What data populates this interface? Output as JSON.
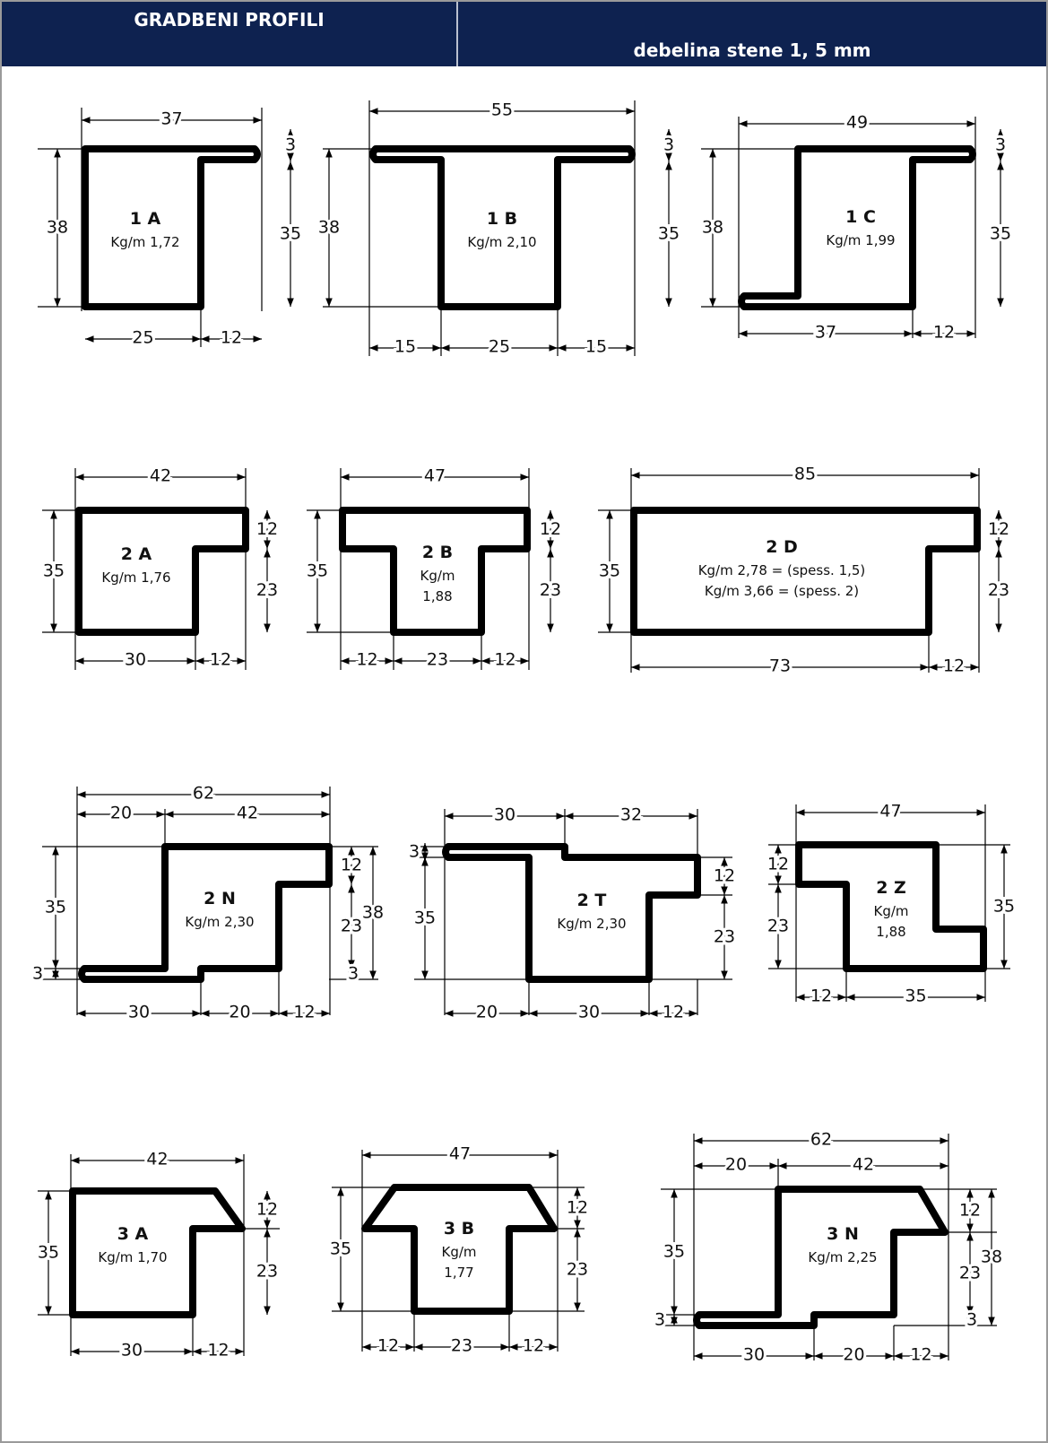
{
  "header": {
    "title": "GRADBENI PROFILI",
    "subtitle": "debelina stene 1, 5 mm"
  },
  "profiles": {
    "p1a": {
      "name": "1 A",
      "kg": [
        "Kg/m 1,72"
      ],
      "dims": {
        "top": "37",
        "left": "38",
        "lip": "3",
        "right": "35",
        "b1": "25",
        "b2": "12"
      }
    },
    "p1b": {
      "name": "1 B",
      "kg": [
        "Kg/m 2,10"
      ],
      "dims": {
        "top": "55",
        "left": "38",
        "lip": "3",
        "right": "35",
        "b1": "15",
        "b2": "25",
        "b3": "15"
      }
    },
    "p1c": {
      "name": "1 C",
      "kg": [
        "Kg/m 1,99"
      ],
      "dims": {
        "top": "49",
        "left": "38",
        "lip": "3",
        "right": "35",
        "b1": "37",
        "b2": "12"
      }
    },
    "p2a": {
      "name": "2 A",
      "kg": [
        "Kg/m 1,76"
      ],
      "dims": {
        "top": "42",
        "left": "35",
        "r1": "12",
        "r2": "23",
        "b1": "30",
        "b2": "12"
      }
    },
    "p2b": {
      "name": "2 B",
      "kg": [
        "Kg/m",
        "1,88"
      ],
      "dims": {
        "top": "47",
        "left": "35",
        "r1": "12",
        "r2": "23",
        "b1": "12",
        "b2": "23",
        "b3": "12"
      }
    },
    "p2d": {
      "name": "2 D",
      "kg": [
        "Kg/m 2,78 = (spess. 1,5)",
        "Kg/m 3,66 = (spess. 2)"
      ],
      "dims": {
        "top": "85",
        "left": "35",
        "r1": "12",
        "r2": "23",
        "b1": "73",
        "b2": "12"
      }
    },
    "p2n": {
      "name": "2 N",
      "kg": [
        "Kg/m 2,30"
      ],
      "dims": {
        "top": "62",
        "t1": "20",
        "t2": "42",
        "left": "35",
        "l3": "3",
        "r1": "12",
        "r2": "23",
        "r3": "3",
        "rr": "38",
        "b1": "30",
        "b2": "20",
        "b3": "12"
      }
    },
    "p2t": {
      "name": "2 T",
      "kg": [
        "Kg/m 2,30"
      ],
      "dims": {
        "t1": "30",
        "t2": "32",
        "l3": "3",
        "left": "35",
        "r1": "12",
        "r2": "23",
        "b1": "20",
        "b2": "30",
        "b3": "12"
      }
    },
    "p2z": {
      "name": "2 Z",
      "kg": [
        "Kg/m",
        "1,88"
      ],
      "dims": {
        "top": "47",
        "l1": "12",
        "l2": "23",
        "right": "35",
        "b1": "12",
        "b2": "35"
      }
    },
    "p3a": {
      "name": "3 A",
      "kg": [
        "Kg/m 1,70"
      ],
      "dims": {
        "top": "42",
        "left": "35",
        "r1": "12",
        "r2": "23",
        "b1": "30",
        "b2": "12"
      }
    },
    "p3b": {
      "name": "3 B",
      "kg": [
        "Kg/m",
        "1,77"
      ],
      "dims": {
        "top": "47",
        "left": "35",
        "r1": "12",
        "r2": "23",
        "b1": "12",
        "b2": "23",
        "b3": "12"
      }
    },
    "p3n": {
      "name": "3 N",
      "kg": [
        "Kg/m 2,25"
      ],
      "dims": {
        "top": "62",
        "t1": "20",
        "t2": "42",
        "left": "35",
        "l3": "3",
        "r1": "12",
        "r2": "23",
        "r3": "3",
        "rr": "38",
        "b1": "30",
        "b2": "20",
        "b3": "12"
      }
    }
  }
}
